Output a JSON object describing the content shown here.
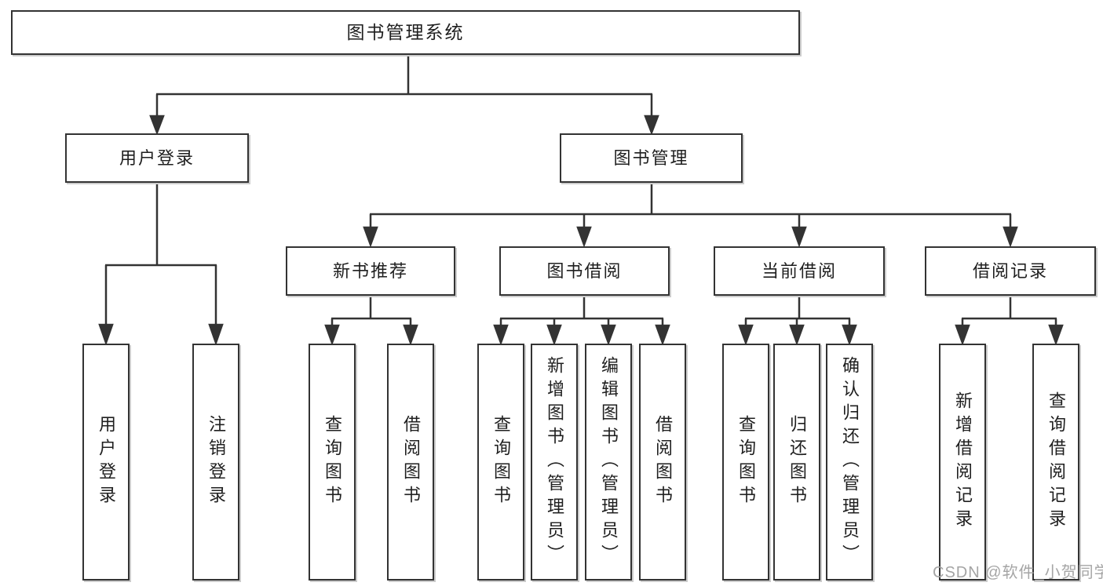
{
  "colors": {
    "line": "#333333",
    "text": "#1f1f1f",
    "background": "#ffffff",
    "box_shadow": "#cccccc",
    "watermark": "#a5a5a5"
  },
  "watermark": {
    "text": "CSDN @软件_小贺同学"
  },
  "tree": {
    "root": {
      "label": "图书管理系统"
    },
    "branches": [
      {
        "label": "用户登录",
        "children": [
          {
            "label": "用户登录"
          },
          {
            "label": "注销登录"
          }
        ]
      },
      {
        "label": "图书管理",
        "children": [
          {
            "label": "新书推荐",
            "children": [
              {
                "label": "查询图书"
              },
              {
                "label": "借阅图书"
              }
            ]
          },
          {
            "label": "图书借阅",
            "children": [
              {
                "label": "查询图书"
              },
              {
                "label": "新增图书（管理员）"
              },
              {
                "label": "编辑图书（管理员）"
              },
              {
                "label": "借阅图书"
              }
            ]
          },
          {
            "label": "当前借阅",
            "children": [
              {
                "label": "查询图书"
              },
              {
                "label": "归还图书"
              },
              {
                "label": "确认归还（管理员）"
              }
            ]
          },
          {
            "label": "借阅记录",
            "children": [
              {
                "label": "新增借阅记录"
              },
              {
                "label": "查询借阅记录"
              }
            ]
          }
        ]
      }
    ]
  }
}
